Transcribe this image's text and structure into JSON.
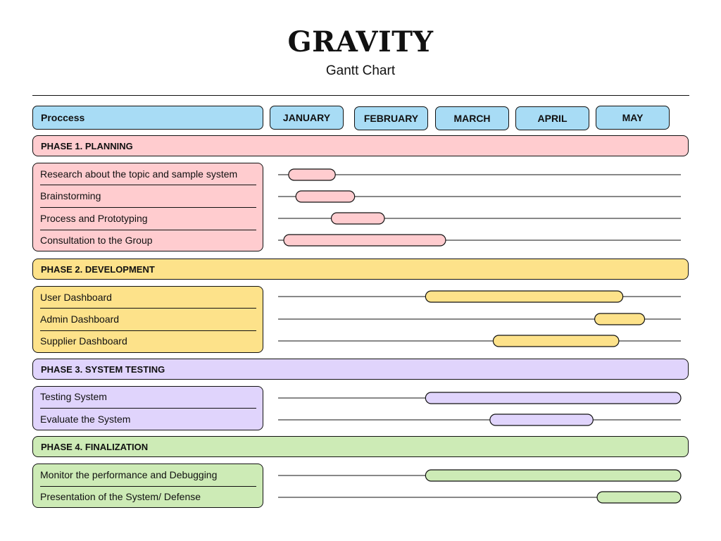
{
  "title": "GRAVITY",
  "subtitle": "Gantt Chart",
  "header": {
    "process_label": "Proccess",
    "months": [
      "JANUARY",
      "FEBRUARY",
      "MARCH",
      "APRIL",
      "MAY"
    ]
  },
  "colors": {
    "header": "#a8dcf5",
    "planning": "#ffcccf",
    "development": "#fde28a",
    "testing": "#e0d4fc",
    "finalization": "#cdebb6"
  },
  "chart_data": {
    "type": "gantt",
    "title": "GRAVITY",
    "subtitle": "Gantt Chart",
    "x_axis": {
      "months": [
        "JANUARY",
        "FEBRUARY",
        "MARCH",
        "APRIL",
        "MAY"
      ],
      "range": [
        0,
        5
      ],
      "unit": "months elapsed from the start of JANUARY"
    },
    "phases": [
      {
        "name": "PHASE 1. PLANNING",
        "color": "#ffcccf",
        "tasks": [
          {
            "name": "Research about the topic and sample system",
            "start": 0.13,
            "end": 0.71
          },
          {
            "name": "Brainstorming",
            "start": 0.22,
            "end": 0.95
          },
          {
            "name": "Process and Prototyping",
            "start": 0.66,
            "end": 1.32
          },
          {
            "name": "Consultation to the Group",
            "start": 0.07,
            "end": 2.08
          }
        ]
      },
      {
        "name": "PHASE 2. DEVELOPMENT",
        "color": "#fde28a",
        "tasks": [
          {
            "name": "User Dashboard",
            "start": 1.83,
            "end": 4.28
          },
          {
            "name": "Admin Dashboard",
            "start": 3.93,
            "end": 4.55
          },
          {
            "name": "Supplier Dashboard",
            "start": 2.67,
            "end": 4.23
          }
        ]
      },
      {
        "name": "PHASE 3. SYSTEM TESTING",
        "color": "#e0d4fc",
        "tasks": [
          {
            "name": "Testing System",
            "start": 1.83,
            "end": 5.0
          },
          {
            "name": "Evaluate the System",
            "start": 2.63,
            "end": 3.91
          }
        ]
      },
      {
        "name": "PHASE 4. FINALIZATION",
        "color": "#cdebb6",
        "tasks": [
          {
            "name": "Monitor the performance and Debugging",
            "start": 1.83,
            "end": 5.0
          },
          {
            "name": "Presentation of the System/ Defense",
            "start": 3.96,
            "end": 5.0
          }
        ]
      }
    ]
  }
}
